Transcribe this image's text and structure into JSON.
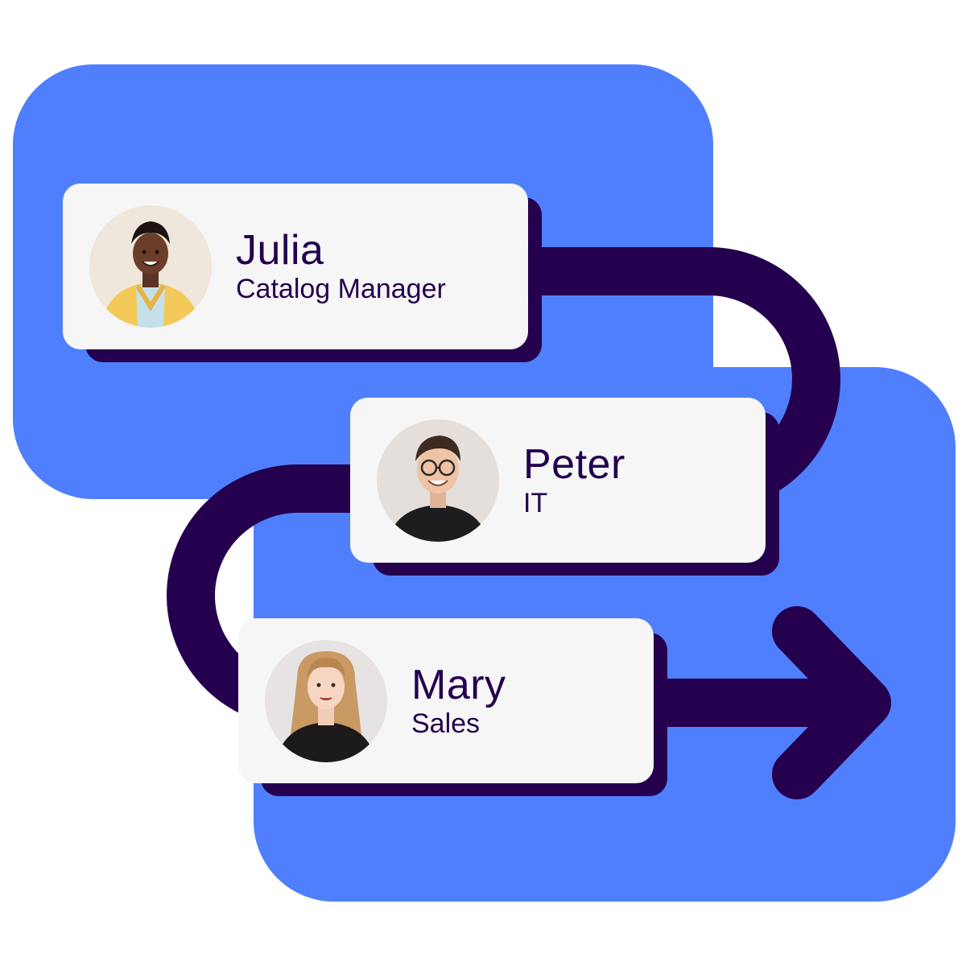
{
  "palette": {
    "blob": "#4f7ffd",
    "ink": "#24004f",
    "card": "#f6f6f7"
  },
  "people": [
    {
      "name": "Julia",
      "role": "Catalog Manager",
      "avatar_icon": "woman-yellow-blazer-avatar"
    },
    {
      "name": "Peter",
      "role": "IT",
      "avatar_icon": "man-glasses-avatar"
    },
    {
      "name": "Mary",
      "role": "Sales",
      "avatar_icon": "woman-blonde-avatar"
    }
  ],
  "flow": {
    "end_icon": "arrow-right-icon"
  }
}
